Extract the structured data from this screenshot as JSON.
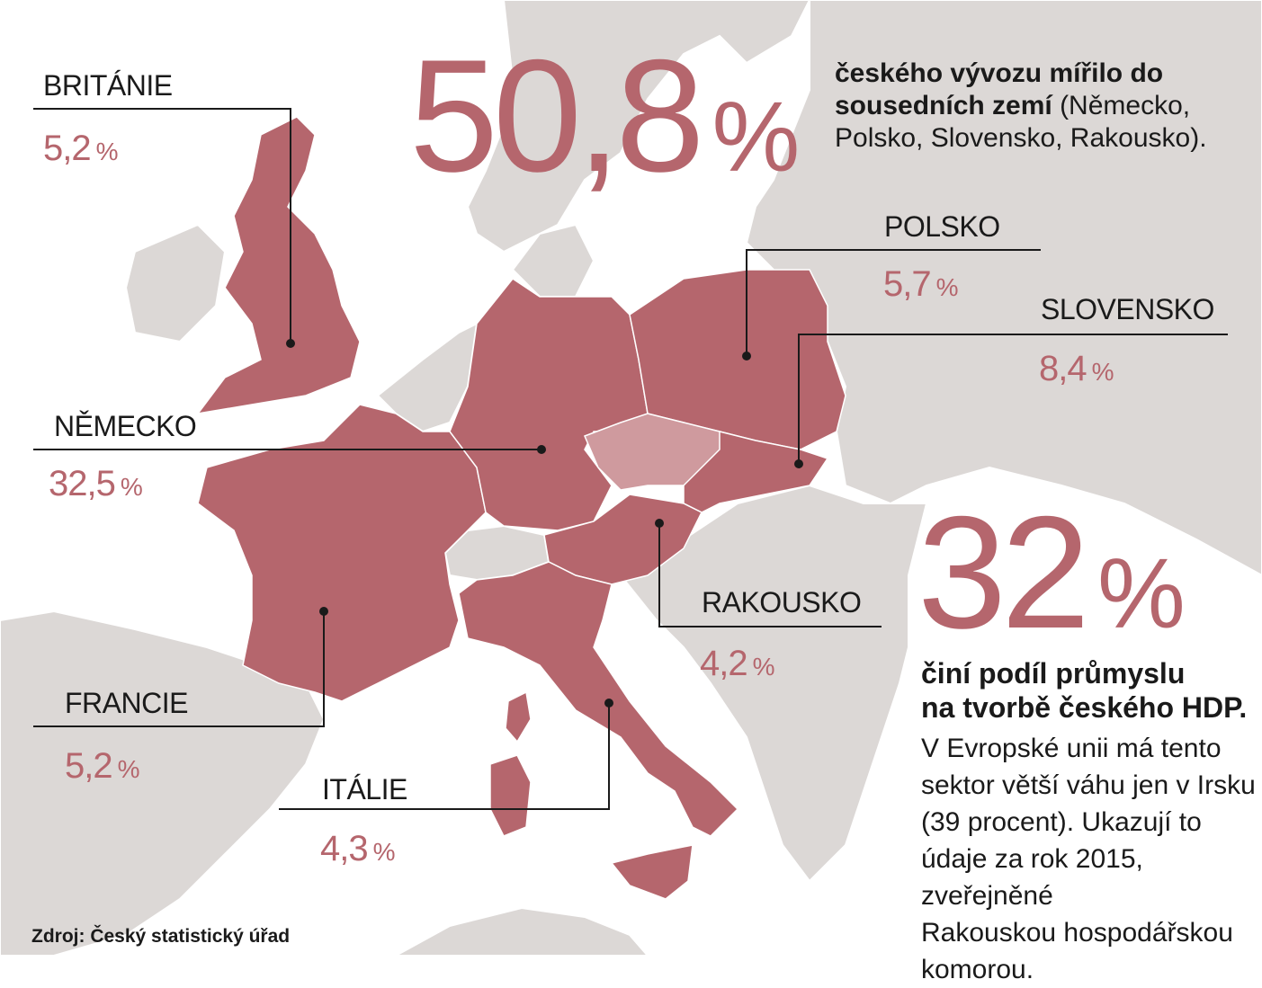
{
  "colors": {
    "land": "#dcd8d6",
    "sea": "#ffffff",
    "highlight": "#b5666d",
    "czechia": "#cf9a9e",
    "leader": "#1a1a1a"
  },
  "countries": [
    {
      "name": "BRITÁNIE",
      "value": "5,2",
      "unit": "%"
    },
    {
      "name": "NĚMECKO",
      "value": "32,5",
      "unit": "%"
    },
    {
      "name": "FRANCIE",
      "value": "5,2",
      "unit": "%"
    },
    {
      "name": "ITÁLIE",
      "value": "4,3",
      "unit": "%"
    },
    {
      "name": "POLSKO",
      "value": "5,7",
      "unit": "%"
    },
    {
      "name": "SLOVENSKO",
      "value": "8,4",
      "unit": "%"
    },
    {
      "name": "RAKOUSKO",
      "value": "4,2",
      "unit": "%"
    }
  ],
  "stat1": {
    "value": "50,8",
    "unit": "%",
    "bold": "českého vývozu mířilo do sousedních zemí",
    "rest": " (Německo, Polsko, Slovensko, Rakousko)."
  },
  "stat2": {
    "value": "32",
    "unit": "%",
    "bold_line1": "činí podíl průmyslu",
    "bold_line2": "na tvorbě českého HDP.",
    "body": [
      "V Evropské unii má tento",
      "sektor větší váhu jen v Irsku",
      "(39 procent). Ukazují to",
      "údaje za rok 2015, zveřejněné",
      "Rakouskou hospodářskou",
      "komorou."
    ]
  },
  "source": "Zdroj: Český statistický úřad"
}
